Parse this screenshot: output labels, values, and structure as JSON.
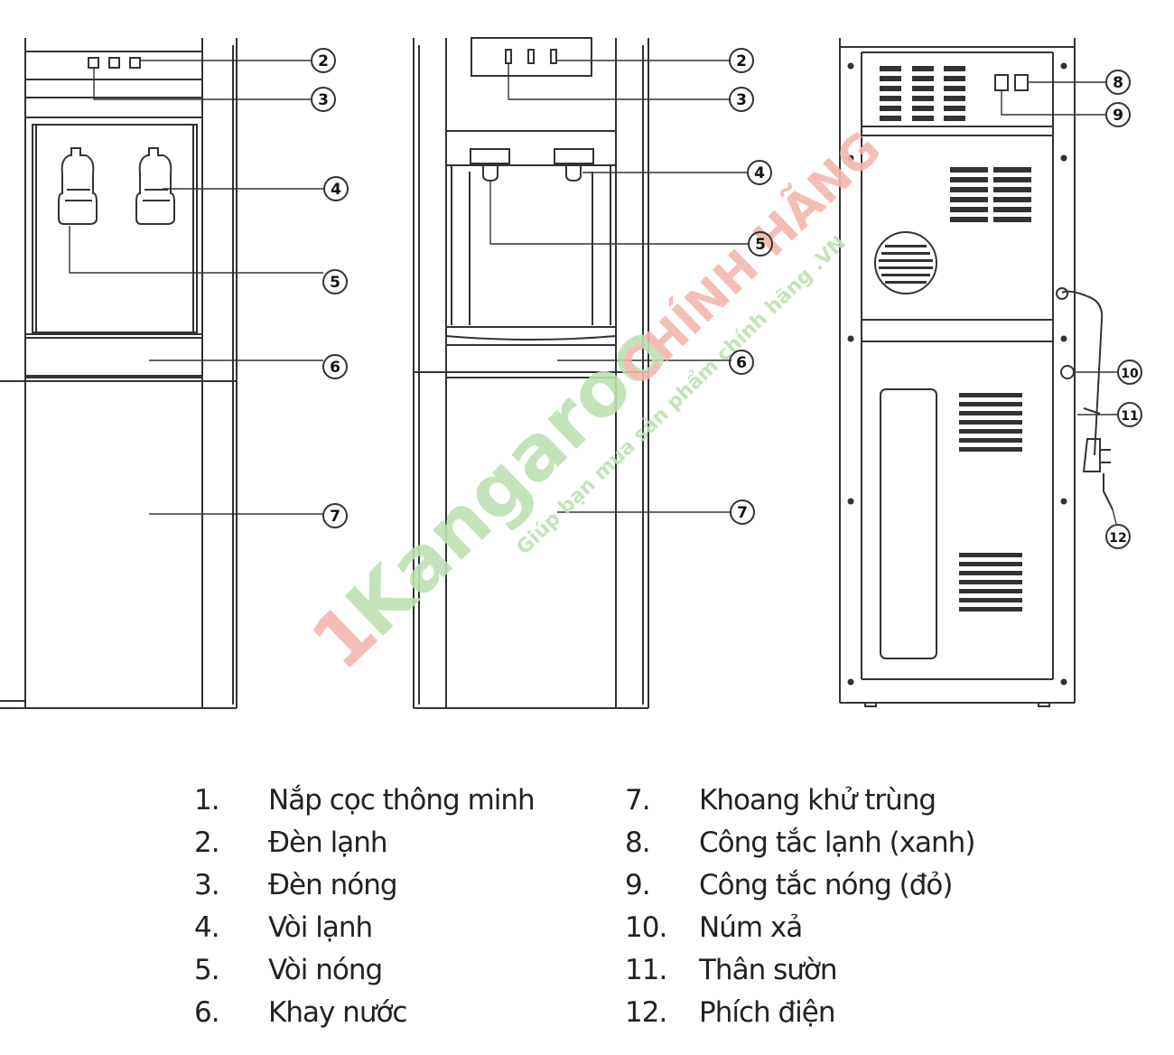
{
  "callouts": {
    "c2a": "2",
    "c3a": "3",
    "c4a": "4",
    "c5a": "5",
    "c6a": "6",
    "c7a": "7",
    "c2b": "2",
    "c3b": "3",
    "c4b": "4",
    "c5b": "5",
    "c6b": "6",
    "c7b": "7",
    "c8": "8",
    "c9": "9",
    "c10": "10",
    "c11": "11",
    "c12": "12"
  },
  "watermark": {
    "brand": "Kangaroo",
    "brand_digit": "1",
    "tag": "CHÍNH HÃNG",
    "slogan": "Giúp bạn mua sản phẩm chính hãng .VN"
  },
  "legend": {
    "left": [
      {
        "num": "1.",
        "text": "Nắp cọc thông minh"
      },
      {
        "num": "2.",
        "text": "Đèn lạnh"
      },
      {
        "num": "3.",
        "text": "Đèn nóng"
      },
      {
        "num": "4.",
        "text": "Vòi lạnh"
      },
      {
        "num": "5.",
        "text": "Vòi nóng"
      },
      {
        "num": "6.",
        "text": "Khay nước"
      }
    ],
    "right": [
      {
        "num": "7.",
        "text": "Khoang khử trùng"
      },
      {
        "num": "8.",
        "text": "Công tắc lạnh (xanh)"
      },
      {
        "num": "9.",
        "text": "Công tắc nóng (đỏ)"
      },
      {
        "num": "10.",
        "text": "Núm xả"
      },
      {
        "num": "11.",
        "text": "Thân sườn"
      },
      {
        "num": "12.",
        "text": "Phích điện"
      }
    ]
  },
  "colors": {
    "line": "#333333",
    "watermark_red": "#f3b7b0",
    "watermark_green": "#bfe0b4"
  }
}
